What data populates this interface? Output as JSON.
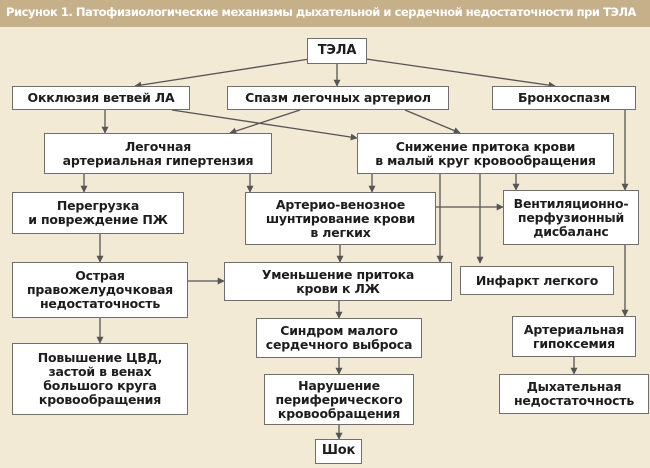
{
  "figure": {
    "title": "Рисунок 1. Патофизиологические механизмы дыхательной и сердечной недостаточности при ТЭЛА",
    "colors": {
      "header": "#c6b08a",
      "background": "#f3ead6",
      "box_fill": "#ffffff",
      "line": "#555555"
    }
  },
  "nodes": {
    "tela": "ТЭЛА",
    "occlusion": "Окклюзия ветвей ЛА",
    "spasm": "Спазм легочных артериол",
    "bronchospasm": "Бронхоспазм",
    "pulm_hypertension": "Легочная\nартериальная гипертензия",
    "reduced_small_circle": "Снижение притока крови\nв малый круг кровообращения",
    "rv_overload": "Перегрузка\nи повреждение ПЖ",
    "av_shunt": "Артерио-венозное\nшунтирование крови\nв легких",
    "vq_mismatch": "Вентиляционно-\nперфузионный\nдисбаланс",
    "acute_rv_failure": "Острая\nправожелудочковая\nнедостаточность",
    "reduced_lv_inflow": "Уменьшение притока\nкрови к ЛЖ",
    "lung_infarction": "Инфаркт легкого",
    "cvp_increase": "Повышение ЦВД,\nзастой в венах\nбольшого круга\nкровообращения",
    "low_output": "Синдром малого\nсердечного выброса",
    "arterial_hypoxemia": "Артериальная\nгипоксемия",
    "peripheral_circulation": "Нарушение\nпериферического\nкровообращения",
    "respiratory_failure": "Дыхательная\nнедостаточность",
    "shock": "Шок"
  }
}
